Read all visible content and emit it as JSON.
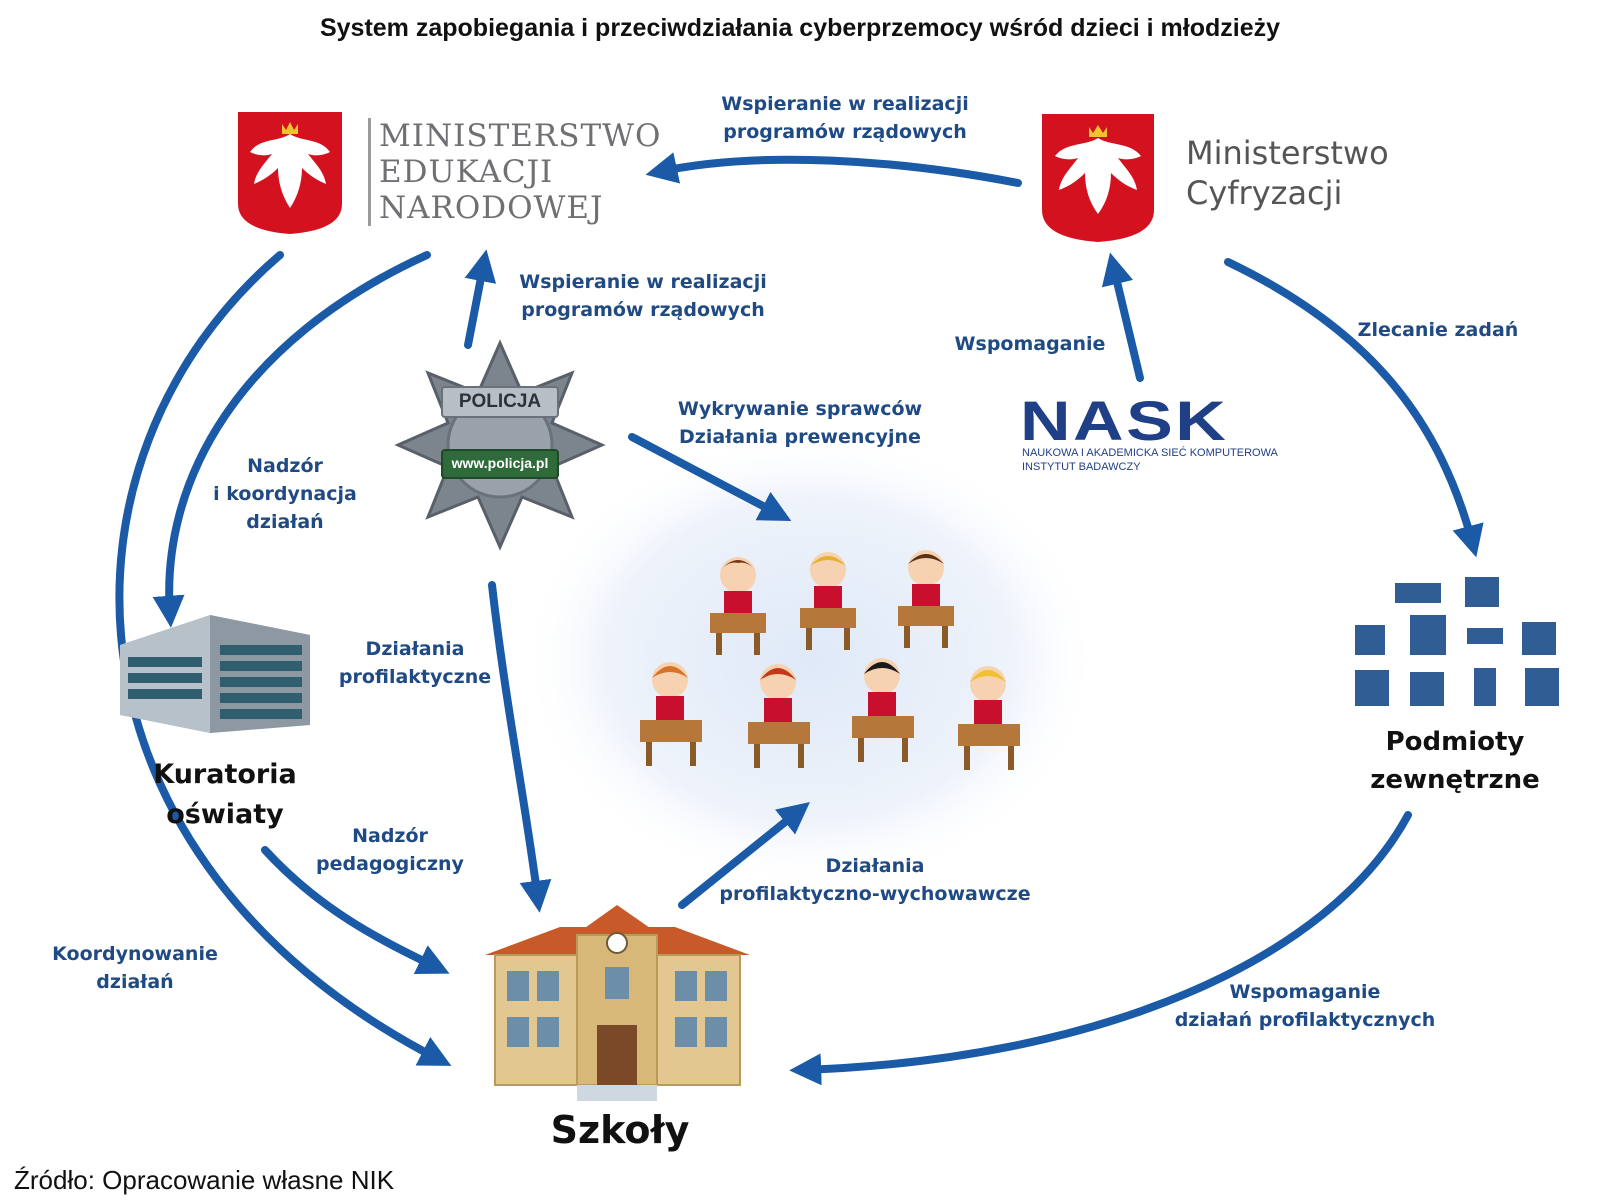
{
  "title": "System zapobiegania i przeciwdziałania cyberprzemocy wśród dzieci i młodzieży",
  "colors": {
    "arrow": "#1a5aa6",
    "label": "#1f4a84",
    "flag_red": "#d4121f"
  },
  "nodes": {
    "men": {
      "lines": [
        "MINISTERSTWO",
        "EDUKACJI",
        "NARODOWEJ"
      ],
      "icon": "polish-eagle-emblem"
    },
    "mc": {
      "lines": [
        "Ministerstwo",
        "Cyfryzacji"
      ],
      "icon": "polish-eagle-emblem"
    },
    "policja": {
      "badge_top": "POLICJA",
      "badge_bottom": "www.policja.pl"
    },
    "nask": {
      "name": "NASK",
      "subtitle": [
        "NAUKOWA I AKADEMICKA SIEĆ KOMPUTEROWA",
        "INSTYTUT BADAWCZY"
      ]
    },
    "kuratoria": {
      "lines": [
        "Kuratoria",
        "oświaty"
      ],
      "icon": "office-building"
    },
    "podmioty": {
      "lines": [
        "Podmioty",
        "zewnętrzne"
      ],
      "icon": "city-buildings"
    },
    "szkoly": {
      "label": "Szkoły",
      "icon": "school-building"
    },
    "students": {
      "icon": "classroom-children"
    }
  },
  "edges": {
    "mc_to_men": [
      "Wspieranie w realizacji",
      "programów rządowych"
    ],
    "policja_to_men": [
      "Wspieranie w realizacji",
      "programów rządowych"
    ],
    "nask_to_mc": [
      "Wspomaganie"
    ],
    "mc_to_podmioty": [
      "Zlecanie zadań"
    ],
    "policja_to_students": [
      "Wykrywanie sprawców",
      "Działania prewencyjne"
    ],
    "men_to_kuratoria": [
      "Nadzór",
      "i koordynacja",
      "działań"
    ],
    "policja_to_szkoly": [
      "Działania",
      "profilaktyczne"
    ],
    "kuratoria_to_szkoly": [
      "Nadzór",
      "pedagogiczny"
    ],
    "szkoly_to_students": [
      "Działania",
      "profilaktyczno-wychowawcze"
    ],
    "men_to_szkoly": [
      "Koordynowanie",
      "działań"
    ],
    "podmioty_to_szkoly": [
      "Wspomaganie",
      "działań profilaktycznych"
    ]
  },
  "source": "Źródło: Opracowanie własne NIK"
}
